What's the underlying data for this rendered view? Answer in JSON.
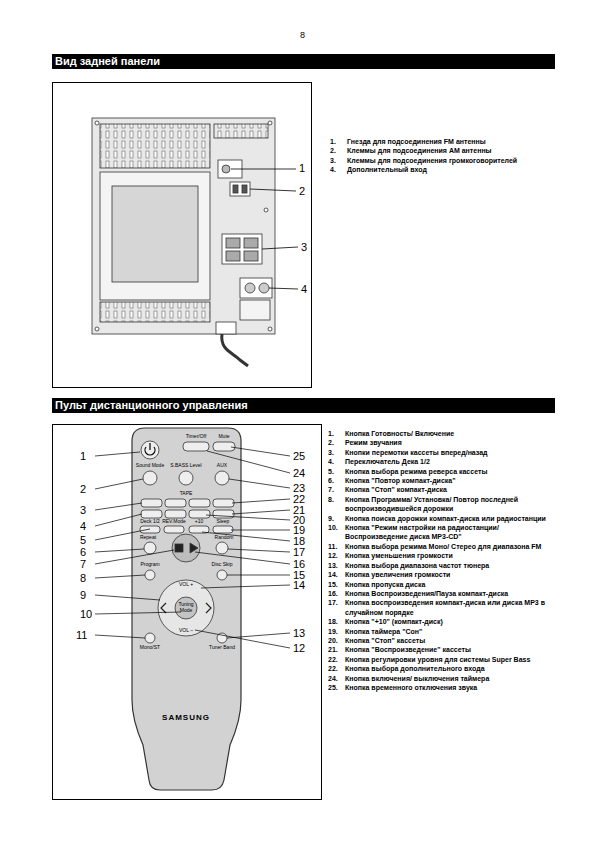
{
  "diagram": {
    "nodes": [
      {
        "text": [
          "Вид задней панели"
        ]
      },
      {
        "text": [
          "Пульт дистанционного управления"
        ]
      }
    ],
    "labels": [
      "8",
      "1",
      "2",
      "3",
      "4",
      "1.",
      "Гнезда для подсоединения FM антенны",
      "2.",
      "Клеммы для подсоединения AM антенны",
      "3.",
      "Клеммы для подсоединения громкоговорителей",
      "4.",
      "Дополнительный вход",
      "1",
      "2",
      "3",
      "4",
      "5",
      "6",
      "7",
      "8",
      "9",
      "10",
      "11",
      "12",
      "13",
      "14",
      "15",
      "16",
      "17",
      "18",
      "19",
      "20",
      "21",
      "22",
      "23",
      "24",
      "25",
      "1.",
      "Кнопка Готовность/ Включение",
      "2.",
      "Режим звучания",
      "3.",
      "Кнопки перемотки кассеты вперед/назад",
      "4.",
      "Переключатель Дека 1/2",
      "5.",
      "Кнопка выбора режима реверса кассеты",
      "6.",
      "Кнопка \"Повтор компакт-диска\"",
      "7.",
      "Кнопка \"Стоп\" компакт-диска",
      "8.",
      "Кнопка Программа/ Установка/ Повтор последней воспроизводившейся дорожки",
      "9.",
      "Кнопка поиска дорожки компакт-диска или радиостанции",
      "10.",
      "Кнопка \"Режим настройки на радиостанции/ Воспроизведение диска MP3-CD\"",
      "11.",
      "Кнопка выбора режима Моно/ Стерео для диапазона FM",
      "12.",
      "Кнопка уменьшения громкости",
      "13.",
      "Кнопка выбора диапазона частот тюнера",
      "14.",
      "Кнопка увеличения громкости",
      "15.",
      "Кнопка пропуска диска",
      "16.",
      "Кнопка Воспроизведения/Пауза компакт-диска",
      "17.",
      "Кнопка воспроизведения компакт-диска или диска MP3 в случайном порядке",
      "18.",
      "Кнопка \"+10\" (компакт-диск)",
      "19.",
      "Кнопка таймера \"Сон\"",
      "20.",
      "Кнопка \"Стоп\" кассеты",
      "21.",
      "Кнопка \"Воспроизведение\" кассеты",
      "22.",
      "Кнопка регулировки уровня для системы Super Bass",
      "22.",
      "Кнопка выбора дополнительного входа",
      "24.",
      "Кнопка включения/ выключения таймера",
      "25.",
      "Кнопка временного отключения звука",
      "Timer/Off",
      "Mute",
      "Sound Mode",
      "S.BASS Level",
      "AUX",
      "TAPE",
      "Deck 1/2",
      "REV.Mode",
      "+10",
      "Sleep",
      "Repeat",
      "Random",
      "Program",
      "Disc Skip",
      "VOL +",
      "Tuning Mode",
      "VOL –",
      "Mono/ST",
      "Tuner Band",
      "SAMSUNG"
    ]
  }
}
